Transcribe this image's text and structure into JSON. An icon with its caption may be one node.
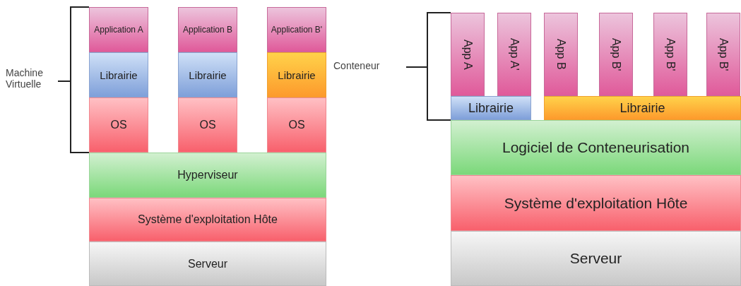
{
  "diagram": {
    "nodes": [
      {
        "text": [
          "Application A"
        ]
      },
      {
        "text": [
          "Application B"
        ]
      },
      {
        "text": [
          "Application B'"
        ]
      },
      {
        "text": [
          "Librairie"
        ]
      },
      {
        "text": [
          "Librairie"
        ]
      },
      {
        "text": [
          "Librairie"
        ]
      },
      {
        "text": [
          "OS"
        ]
      },
      {
        "text": [
          "OS"
        ]
      },
      {
        "text": [
          "OS"
        ]
      },
      {
        "text": [
          "Hyperviseur"
        ]
      },
      {
        "text": [
          "Système d'exploitation Hôte"
        ]
      },
      {
        "text": [
          "Serveur"
        ]
      },
      {
        "text": [
          "App A"
        ]
      },
      {
        "text": [
          "App A'"
        ]
      },
      {
        "text": [
          "App B"
        ]
      },
      {
        "text": [
          "App B'"
        ]
      },
      {
        "text": [
          "App B'"
        ]
      },
      {
        "text": [
          "App B'"
        ]
      },
      {
        "text": [
          "Librairie"
        ]
      },
      {
        "text": [
          "Librairie"
        ]
      },
      {
        "text": [
          "Logiciel de Conteneurisation"
        ]
      },
      {
        "text": [
          "Système d'exploitation Hôte"
        ]
      },
      {
        "text": [
          "Serveur"
        ]
      }
    ],
    "labels": [
      "Machine Virtuelle",
      "Conteneur"
    ]
  }
}
